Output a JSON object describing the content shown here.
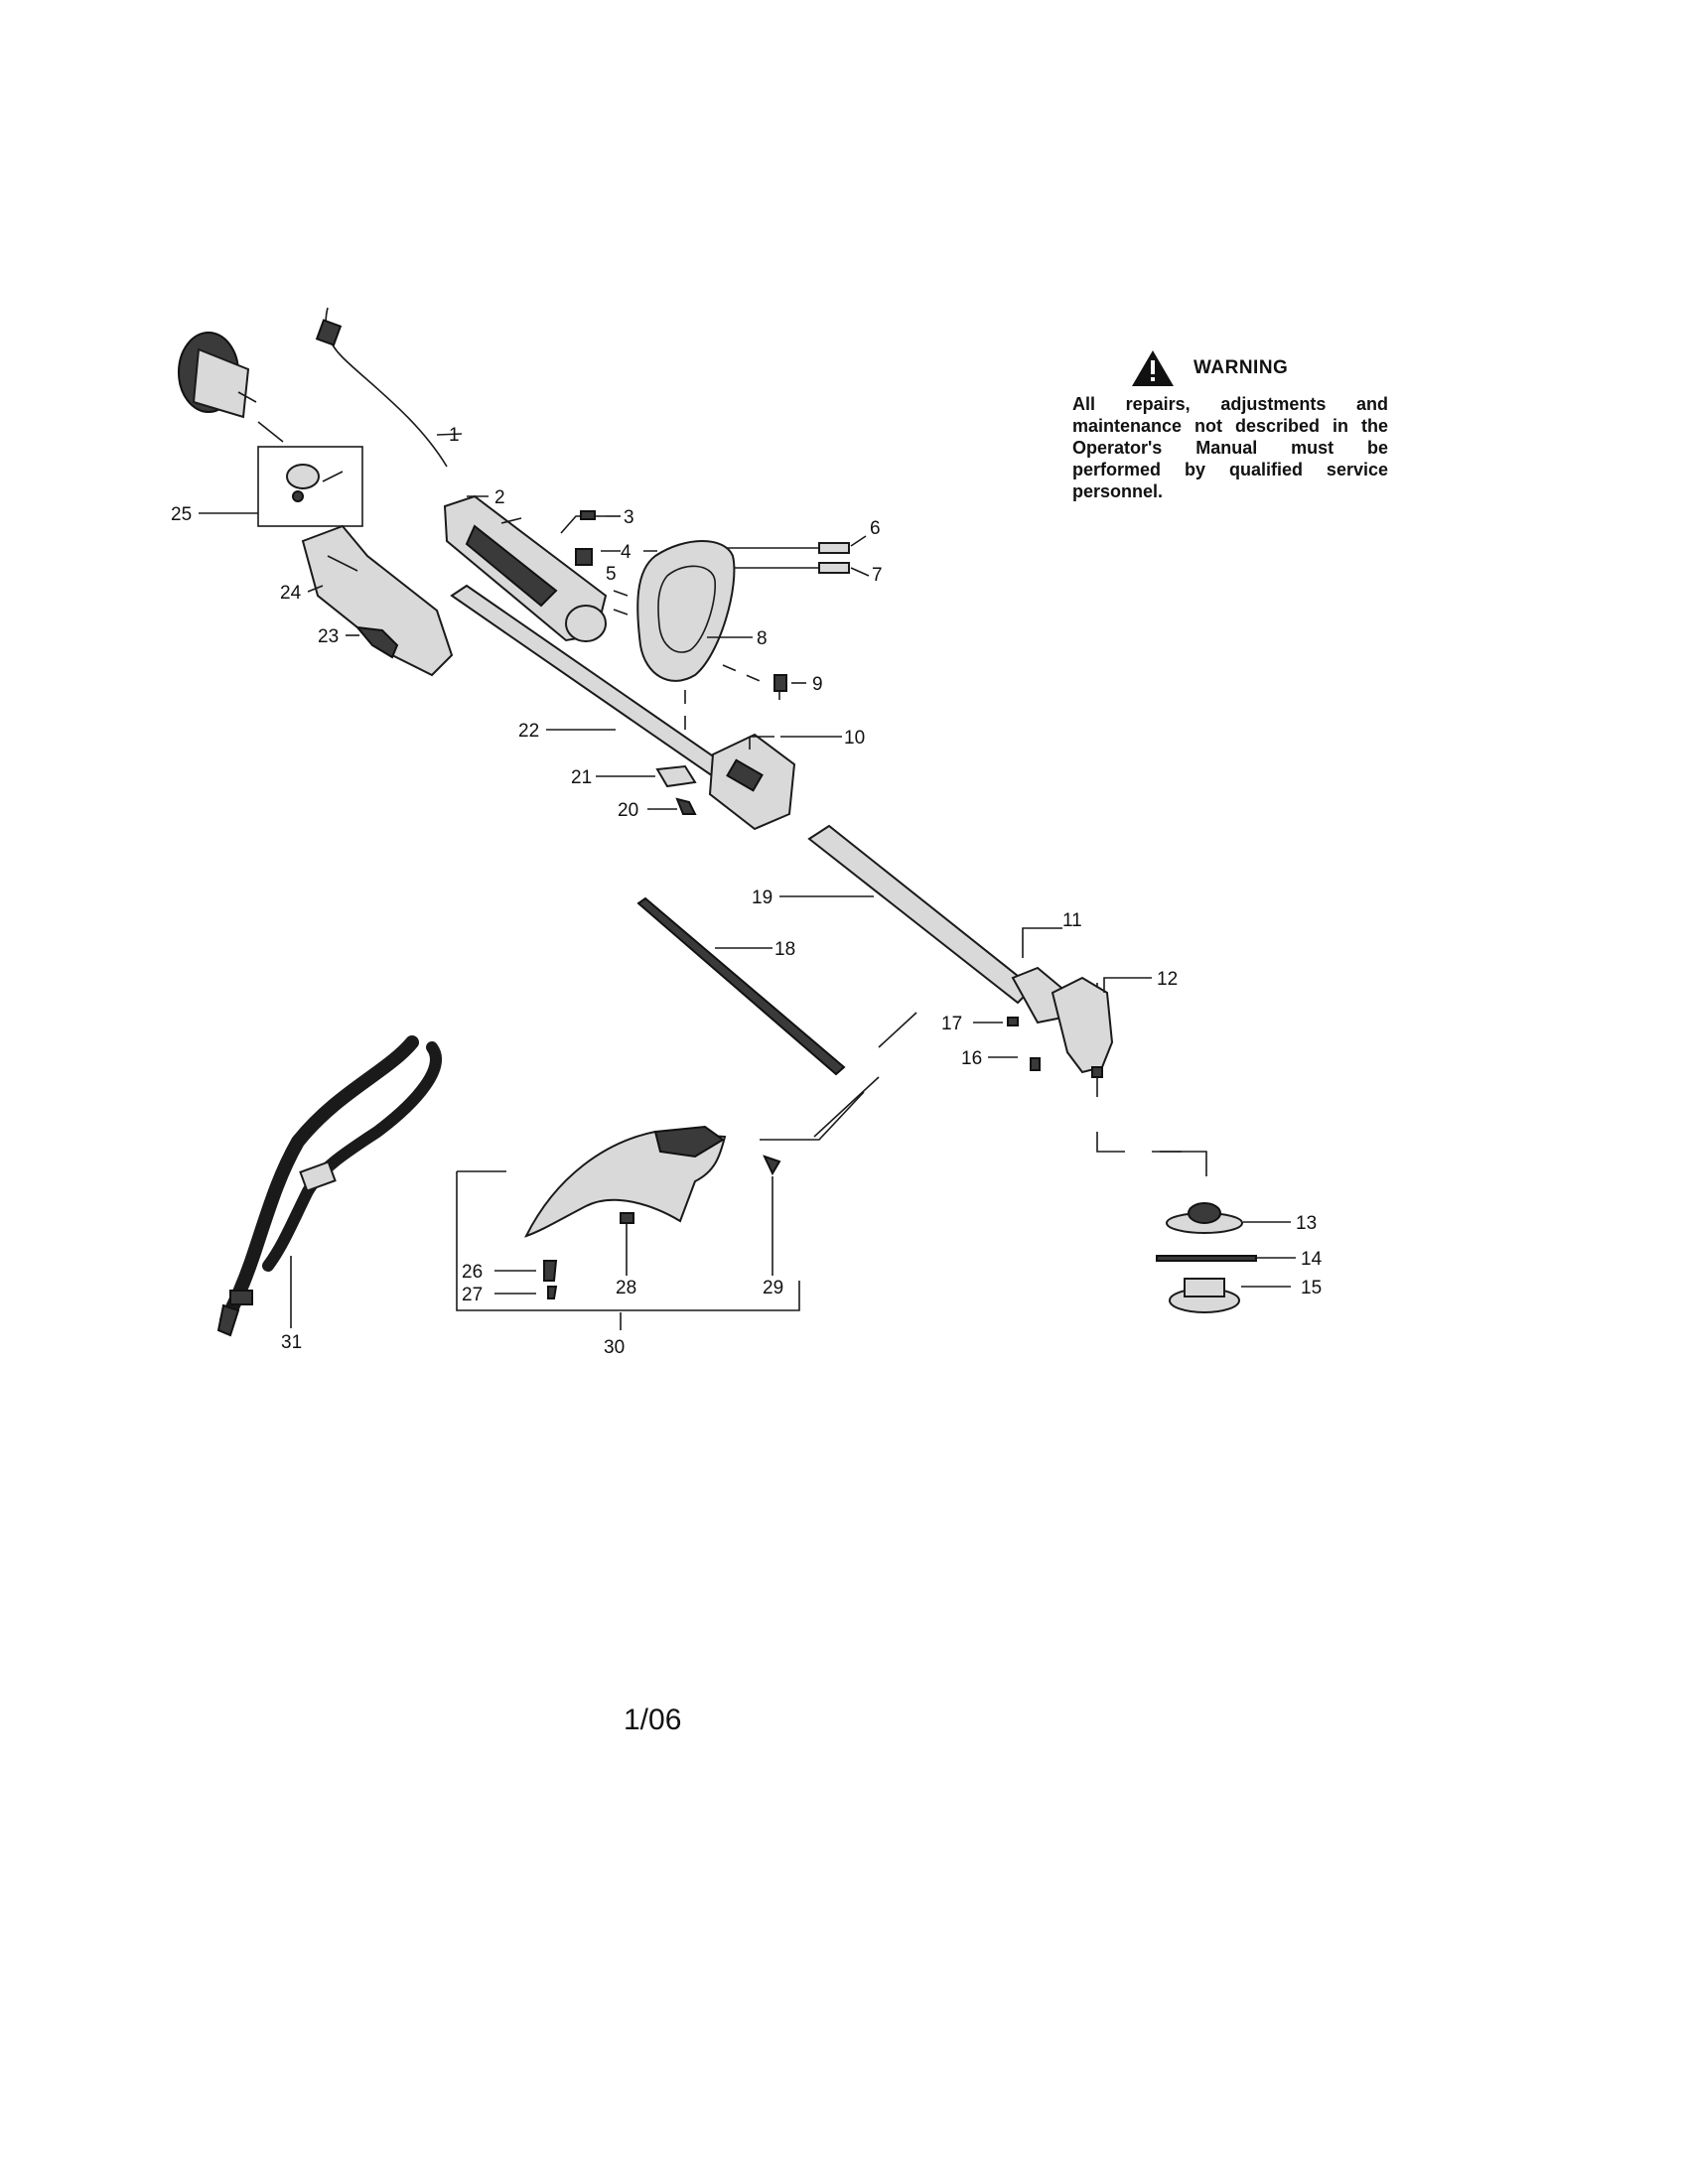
{
  "warning": {
    "title": "WARNING",
    "text": "All repairs, adjustments and maintenance not described in the Operator's Manual must be performed by qualified service personnel."
  },
  "labels": {
    "p1": "1",
    "p2": "2",
    "p3": "3",
    "p4": "4",
    "p5": "5",
    "p6": "6",
    "p7": "7",
    "p8": "8",
    "p9": "9",
    "p10": "10",
    "p11": "11",
    "p12": "12",
    "p13": "13",
    "p14": "14",
    "p15": "15",
    "p16": "16",
    "p17": "17",
    "p18": "18",
    "p19": "19",
    "p20": "20",
    "p21": "21",
    "p22": "22",
    "p23": "23",
    "p24": "24",
    "p25": "25",
    "p26": "26",
    "p27": "27",
    "p28": "28",
    "p29": "29",
    "p30": "30",
    "p31": "31"
  },
  "footer": {
    "date_code": "1/06"
  }
}
